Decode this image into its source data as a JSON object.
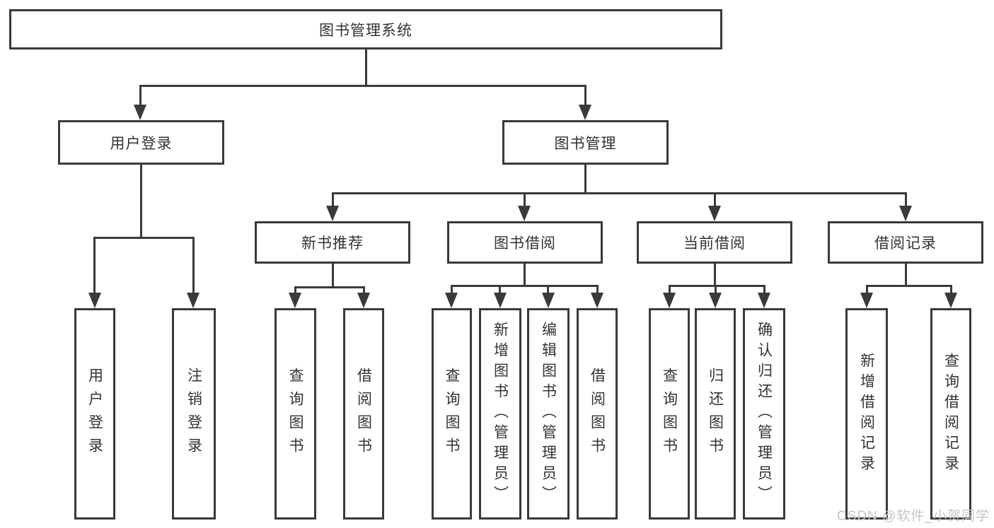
{
  "page": {
    "watermark": "CSDN @软件_小贺同学"
  },
  "chart": {
    "type": "org-tree",
    "root": "图书管理系统",
    "children": {
      "user_login": {
        "label": "用户登录",
        "children": [
          "用户登录",
          "注销登录"
        ]
      },
      "book_management": {
        "label": "图书管理",
        "children": {
          "new_book_recommend": {
            "label": "新书推荐",
            "children": [
              "查询图书",
              "借阅图书"
            ]
          },
          "book_borrow": {
            "label": "图书借阅",
            "children": [
              "查询图书",
              "新增图书（管理员）",
              "编辑图书（管理员）",
              "借阅图书"
            ]
          },
          "current_borrow": {
            "label": "当前借阅",
            "children": [
              "查询图书",
              "归还图书",
              "确认归还（管理员）"
            ]
          },
          "borrow_records": {
            "label": "借阅记录",
            "children": [
              "新增借阅记录",
              "查询借阅记录"
            ]
          }
        }
      }
    },
    "colors": {
      "line": "#3a3a3a",
      "text": "#333333",
      "watermark": "#c6c6c6",
      "background": "#ffffff"
    }
  }
}
